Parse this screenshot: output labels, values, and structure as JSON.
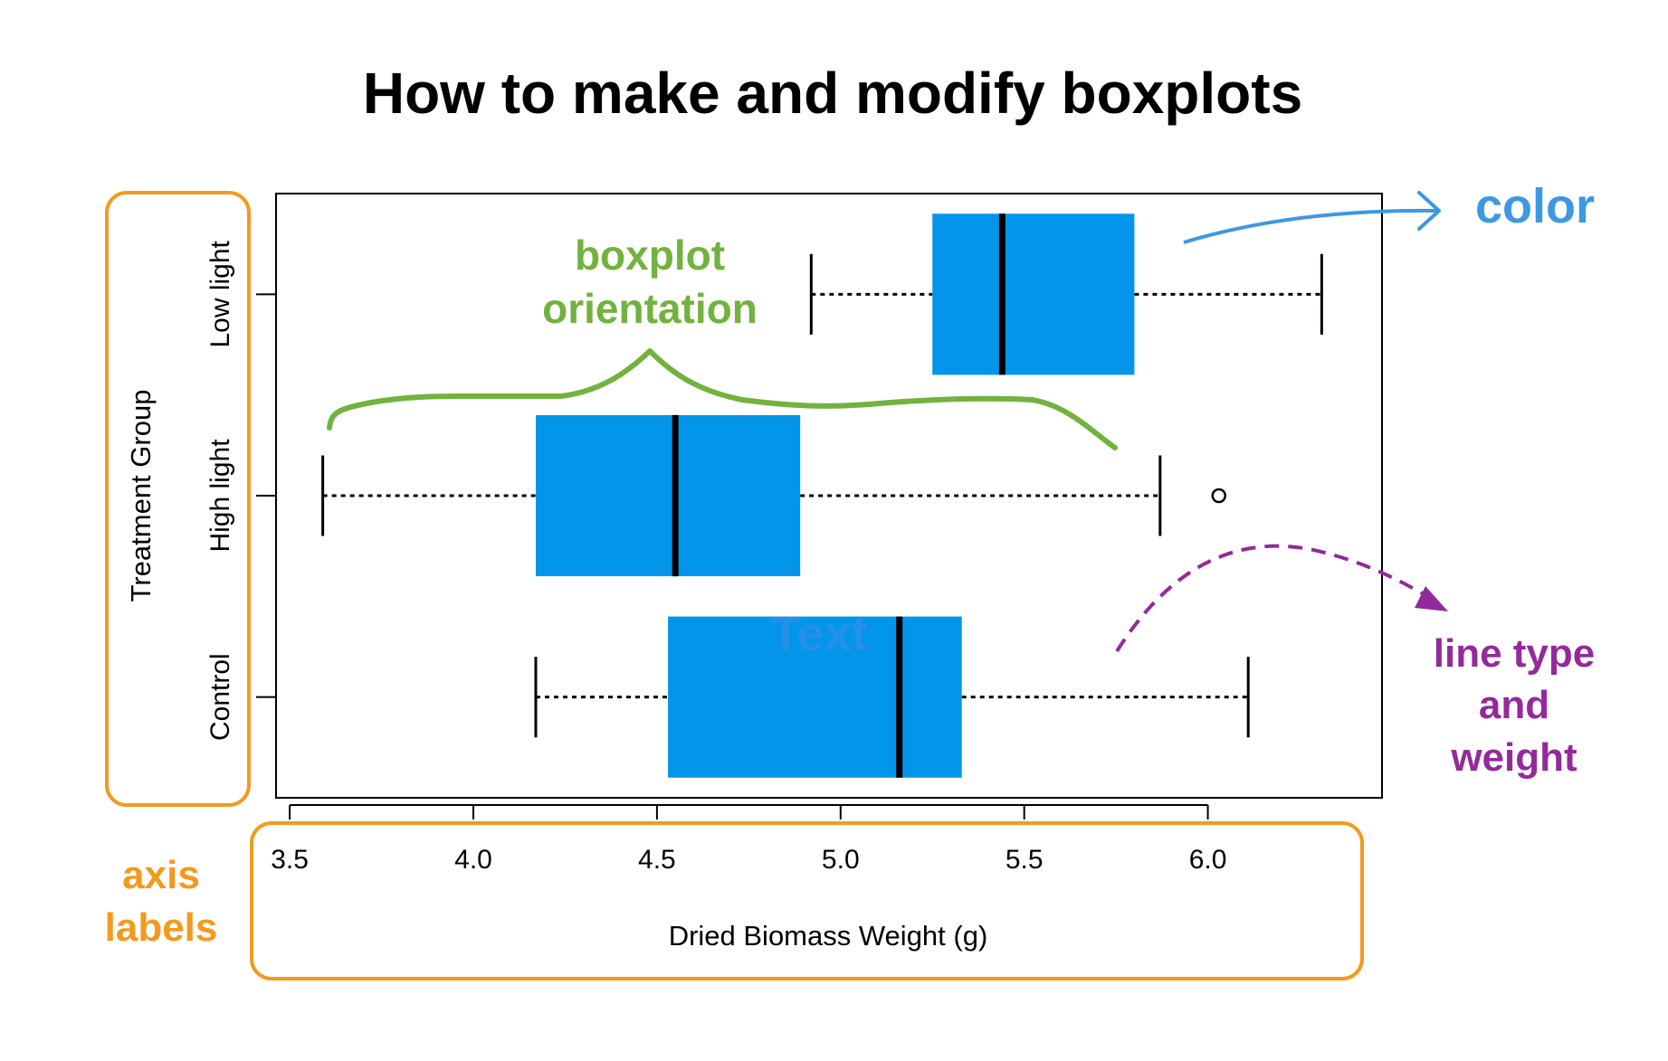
{
  "title": "How to make and modify boxplots",
  "chart_data": {
    "type": "boxplot",
    "orientation": "horizontal",
    "xlabel": "Dried Biomass Weight (g)",
    "ylabel": "Treatment Group",
    "xlim": [
      3.48,
      6.42
    ],
    "xticks": [
      "3.5",
      "4.0",
      "4.5",
      "5.0",
      "5.5",
      "6.0"
    ],
    "grid": false,
    "box_color": "#0395ea",
    "groups": [
      {
        "label": "Control",
        "whisker_low": 4.17,
        "q1": 4.53,
        "median": 5.16,
        "q3": 5.33,
        "whisker_high": 6.11,
        "outliers": []
      },
      {
        "label": "High light",
        "whisker_low": 3.59,
        "q1": 4.17,
        "median": 4.55,
        "q3": 4.89,
        "whisker_high": 5.87,
        "outliers": [
          6.03
        ]
      },
      {
        "label": "Low light",
        "whisker_low": 4.92,
        "q1": 5.25,
        "median": 5.44,
        "q3": 5.8,
        "whisker_high": 6.31,
        "outliers": []
      }
    ]
  },
  "annotations": {
    "color": {
      "text": "color",
      "hex": "#3d98e3"
    },
    "orientation": {
      "line1": "boxplot",
      "line2": "orientation",
      "hex": "#72b23e"
    },
    "line_type": {
      "line1": "line type",
      "line2": "and",
      "line3": "weight",
      "hex": "#942a9a"
    },
    "axis_labels": {
      "line1": "axis",
      "line2": "labels",
      "hex": "#f39a1e"
    },
    "text": {
      "text": "Text",
      "hex": "#2f8fe8"
    }
  }
}
